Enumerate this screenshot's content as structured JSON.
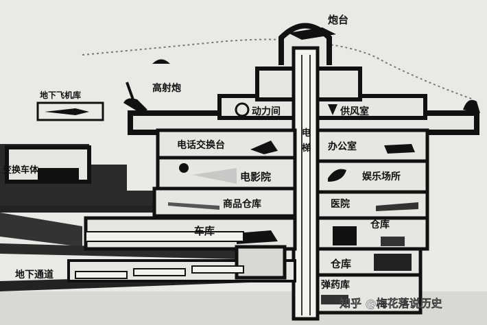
{
  "labels": {
    "turret": "炮台",
    "anti_aircraft": "高射炮",
    "underground_hangar": "地下飞机库",
    "power_room": "动力间",
    "air_supply": "供风室",
    "switchboard": "电话交换台",
    "elevator": "电梯",
    "office": "办公室",
    "vehicle_body": "变换车体",
    "cinema": "电影院",
    "entertainment": "娱乐场所",
    "supply_depot": "商品仓库",
    "hospital": "医院",
    "garage": "车库",
    "warehouse_upper": "仓库",
    "warehouse_lower": "仓库",
    "underground_passage": "地下通道",
    "ammo_depot": "弹药库"
  },
  "watermark": {
    "text": "知乎 @梅花落说历史"
  }
}
